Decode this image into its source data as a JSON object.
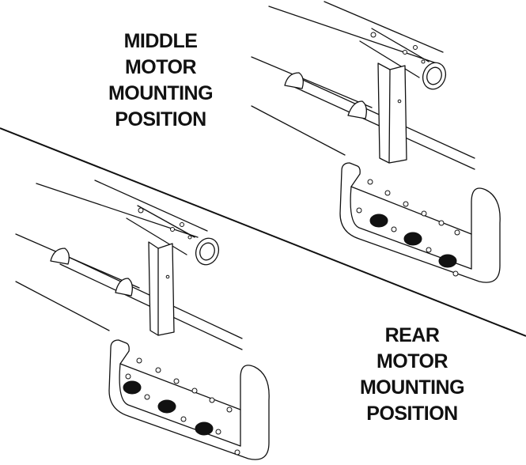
{
  "labels": {
    "middle": [
      "MIDDLE",
      "MOTOR",
      "MOUNTING",
      "POSITION"
    ],
    "rear": [
      "REAR",
      "MOTOR",
      "MOUNTING",
      "POSITION"
    ]
  },
  "colors": {
    "line": "#111111",
    "background": "#ffffff"
  }
}
